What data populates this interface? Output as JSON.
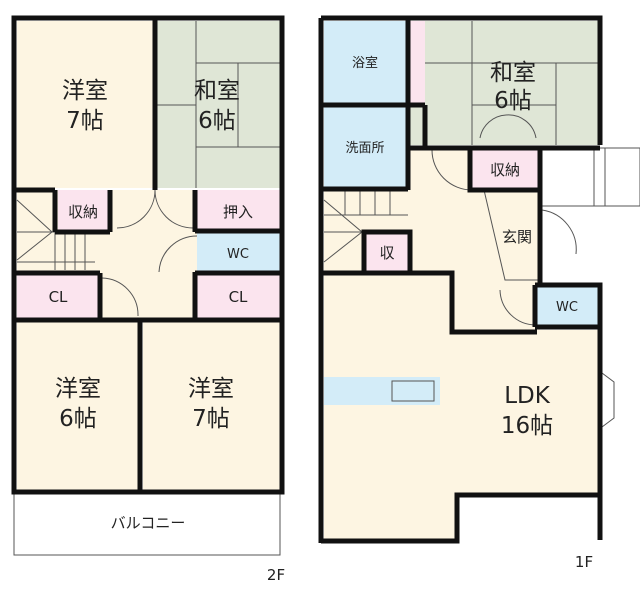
{
  "colors": {
    "western": "#fdf5e2",
    "tatami": "#dfe6d6",
    "storage": "#fbe4ee",
    "wet": "#d3ecf8",
    "wall": "#111111"
  },
  "floor2": {
    "label": "2F",
    "room_west7": {
      "name": "洋室",
      "size": "7帖"
    },
    "room_japanese6": {
      "name": "和室",
      "size": "6帖"
    },
    "storage": "収納",
    "oshiire": "押入",
    "wc": "WC",
    "cl_left": "CL",
    "cl_right": "CL",
    "room_west6": {
      "name": "洋室",
      "size": "6帖"
    },
    "room_west7b": {
      "name": "洋室",
      "size": "7帖"
    },
    "balcony": "バルコニー"
  },
  "floor1": {
    "label": "1F",
    "bath": "浴室",
    "washroom": "洗面所",
    "room_japanese6": {
      "name": "和室",
      "size": "6帖"
    },
    "storage": "収納",
    "entrance": "玄関",
    "small_storage": "収",
    "wc": "WC",
    "ldk": {
      "name": "LDK",
      "size": "16帖"
    }
  }
}
